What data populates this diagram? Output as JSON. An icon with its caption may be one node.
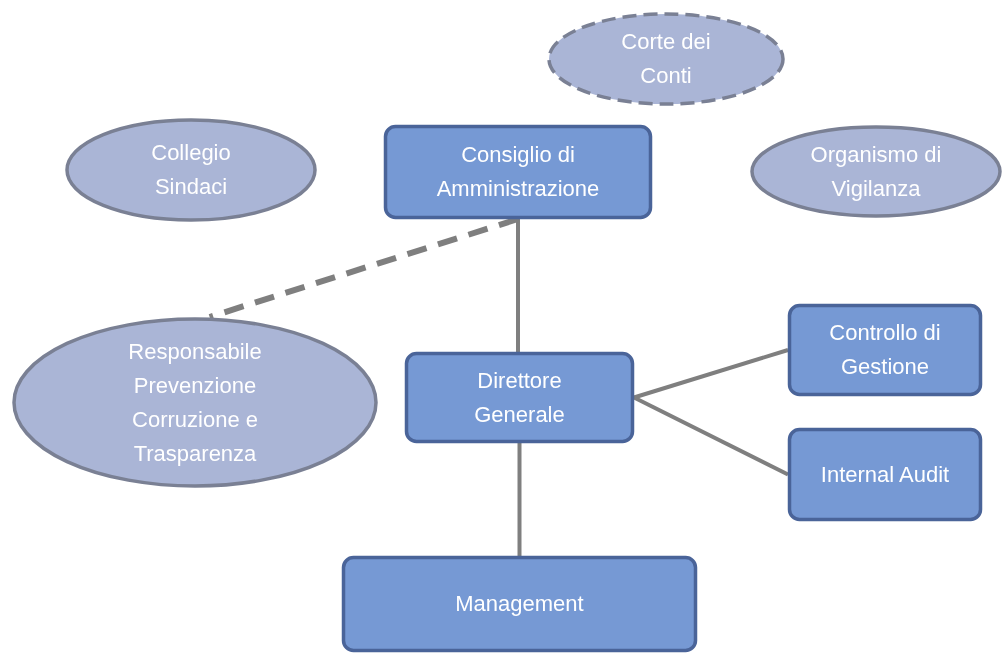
{
  "diagram": {
    "nodes": [
      {
        "text": [
          "Corte dei Conti"
        ]
      },
      {
        "text": [
          "Collegio Sindaci"
        ]
      },
      {
        "text": [
          "Consiglio di Amministrazione"
        ]
      },
      {
        "text": [
          "Organismo di Vigilanza"
        ]
      },
      {
        "text": [
          "Responsabile Prevenzione Corruzione e Trasparenza"
        ]
      },
      {
        "text": [
          "Direttore Generale"
        ]
      },
      {
        "text": [
          "Controllo di Gestione"
        ]
      },
      {
        "text": [
          "Internal Audit"
        ]
      },
      {
        "text": [
          "Management"
        ]
      }
    ],
    "edges": [
      {
        "from": 2,
        "to": 5,
        "arrow": "none"
      },
      {
        "from": 2,
        "to": 4,
        "arrow": "none",
        "style": "dashed"
      },
      {
        "from": 5,
        "to": 6,
        "arrow": "none"
      },
      {
        "from": 5,
        "to": 7,
        "arrow": "none"
      },
      {
        "from": 5,
        "to": 8,
        "arrow": "none"
      }
    ]
  }
}
